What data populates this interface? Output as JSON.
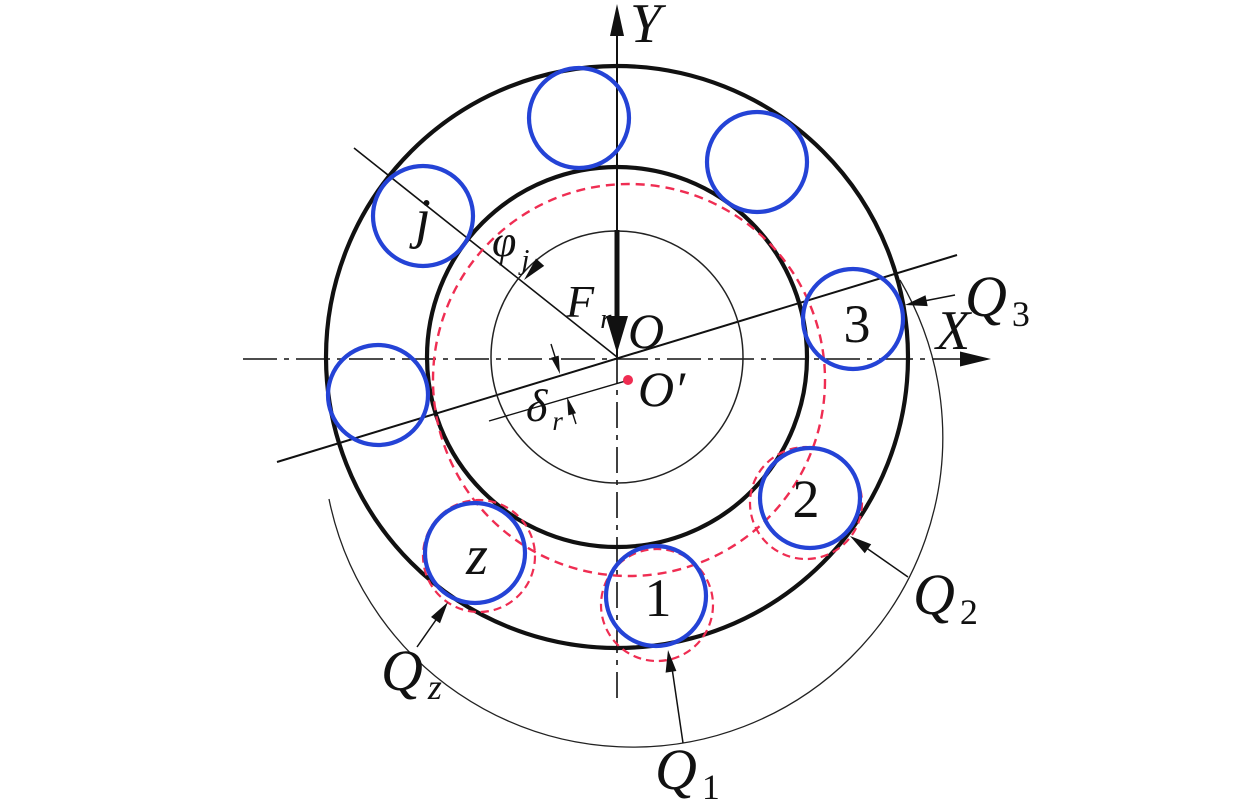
{
  "figure_type": "bearing-radial-load-distribution-diagram",
  "colors": {
    "ball_blue": "#2443d6",
    "displaced_red": "#ef2d52",
    "line_black": "#111111"
  },
  "axis": {
    "y_label": "Y",
    "x_label": "X"
  },
  "centers": {
    "origin_label": "O",
    "displaced_label": "O′"
  },
  "radial_force": {
    "symbol": "F",
    "subscript": "r"
  },
  "ball_angle": {
    "symbol": "φ",
    "subscript": "j"
  },
  "radial_displacement": {
    "symbol": "δ",
    "subscript": "r"
  },
  "ball_labels": {
    "ball_1": "1",
    "ball_2": "2",
    "ball_3": "3",
    "ball_j": "j",
    "ball_z": "z"
  },
  "load_labels": {
    "q1": {
      "symbol": "Q",
      "subscript": "1"
    },
    "q2": {
      "symbol": "Q",
      "subscript": "2"
    },
    "q3": {
      "symbol": "Q",
      "subscript": "3"
    },
    "qz": {
      "symbol": "Q",
      "subscript": "z"
    }
  }
}
